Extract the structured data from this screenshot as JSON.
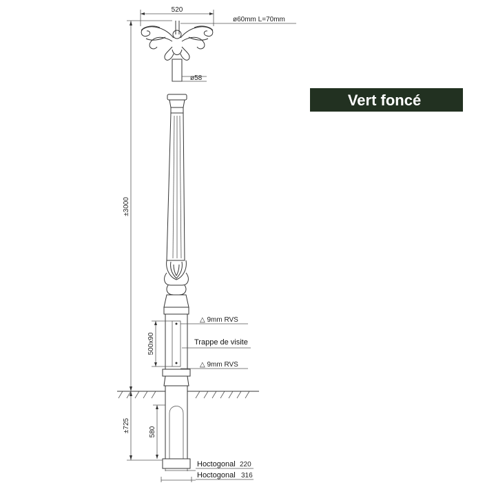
{
  "badge": {
    "label": "Vert foncé",
    "color": "#223121"
  },
  "dimensions": {
    "top_width": "520",
    "arm_spec": "ø60mm  L=70mm",
    "socket_diameter": "ø58",
    "total_height": "±3000",
    "door_height": "500x90",
    "buried_depth": "±725",
    "base_height": "580",
    "base_small_value": "220",
    "base_large_value": "316"
  },
  "annotations": {
    "screw_top": "△ 9mm  RVS",
    "door": "Trappe de visite",
    "screw_bottom": "△ 9mm  RVS",
    "base_small_label": "Hoctogonal",
    "base_large_label": "Hoctogonal"
  }
}
